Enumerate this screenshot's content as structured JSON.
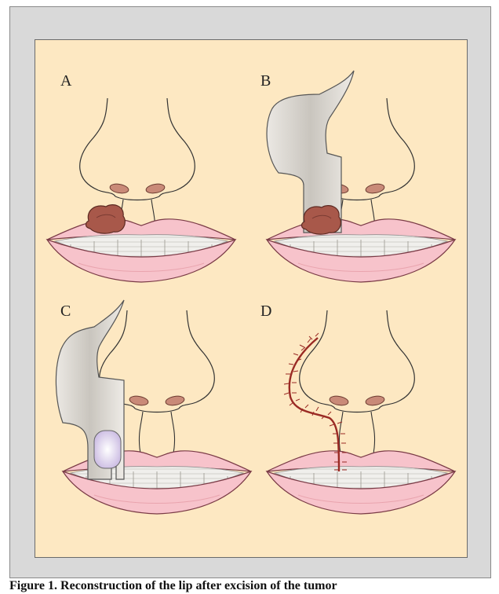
{
  "panels": [
    {
      "id": "A",
      "label": "A"
    },
    {
      "id": "B",
      "label": "B"
    },
    {
      "id": "C",
      "label": "C"
    },
    {
      "id": "D",
      "label": "D"
    }
  ],
  "caption": "Figure 1. Reconstruction of the lip after excision of the tumor",
  "colors": {
    "background_frame": "#d9d9d9",
    "panel": "#fde8c2",
    "lip": "#f7c3cb",
    "lip_outline": "#7a3b46",
    "tumor": "#a8584a",
    "flap": "#d4d0ca",
    "nostril": "#c98a78",
    "suture": "#9a2a24",
    "defect": "#e6e0f0"
  }
}
